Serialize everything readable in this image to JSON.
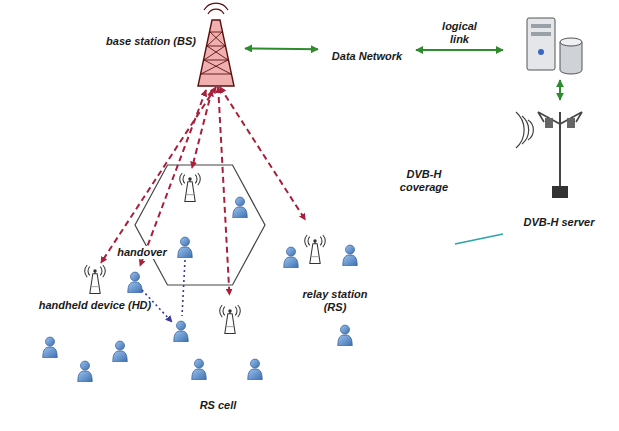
{
  "diagram": {
    "nodes": [
      {
        "text": [
          "base station (BS)"
        ]
      },
      {
        "text": [
          "Data Network"
        ]
      },
      {
        "text": [
          "DVB-H server"
        ]
      },
      {
        "text": [
          "DVB-H coverage"
        ]
      },
      {
        "text": [
          "handheld device (HD)"
        ],
        "in": 3
      },
      {
        "text": [
          "relay station (RS)"
        ],
        "in": 3
      },
      {
        "text": [
          "RS cell"
        ],
        "in": 3
      }
    ],
    "edges": [
      {
        "from": 0,
        "to": 1,
        "arrow": "both"
      },
      {
        "from": 1,
        "to": 2,
        "label": "logical link",
        "arrow": "both"
      },
      {
        "from": 0,
        "to": 4,
        "arrow": "both"
      },
      {
        "from": 0,
        "to": 5,
        "arrow": "both"
      },
      {
        "from": 0,
        "to": 6,
        "arrow": "both"
      }
    ],
    "labels": [
      "handover"
    ]
  }
}
